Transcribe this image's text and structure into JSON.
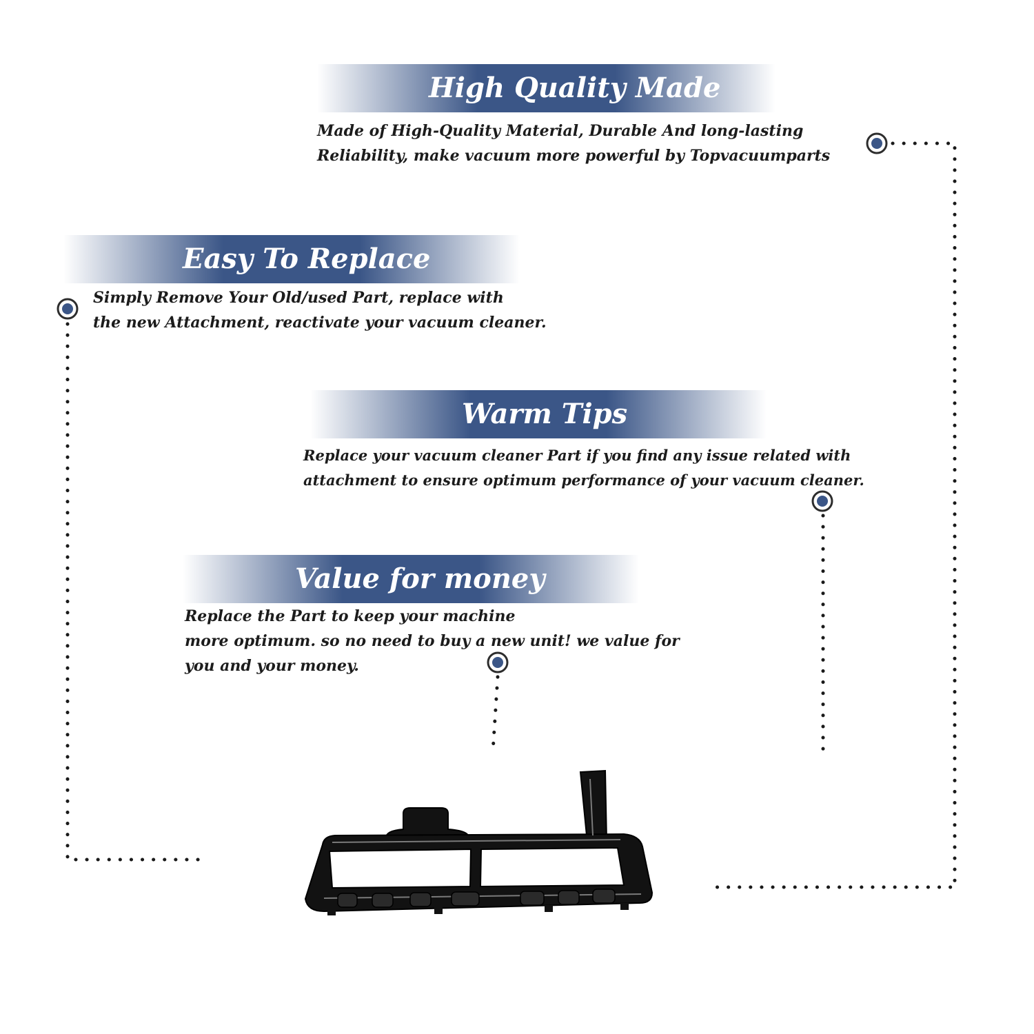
{
  "sections": [
    {
      "title": "High Quality Made",
      "lines": [
        "Made of  High-Quality Material, Durable And long-lasting",
        "Reliability, make vacuum more powerful by Topvacuumparts"
      ]
    },
    {
      "title": "Easy To Replace",
      "lines": [
        "Simply Remove Your Old/used Part, replace with",
        "the new Attachment, reactivate your vacuum cleaner."
      ]
    },
    {
      "title": "Warm Tips",
      "lines": [
        "Replace your vacuum cleaner Part if you find any issue related with",
        " attachment to ensure optimum performance of your vacuum cleaner."
      ]
    },
    {
      "title": "Value for money",
      "lines": [
        "Replace the Part to keep your machine",
        "more optimum. so no need to buy a new unit! we value for",
        "you and your money."
      ]
    }
  ],
  "colors": {
    "banner": "#3b5687",
    "marker": "#3b5687",
    "text": "#1c1c1c",
    "dots": "#1a1a1a"
  },
  "product": {
    "icon": "brush-roll-plate-image"
  }
}
